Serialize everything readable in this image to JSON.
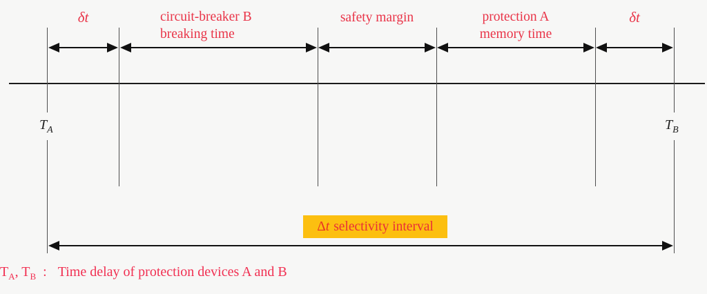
{
  "palette": {
    "background": "#f7f7f6",
    "accent_red": "#e93448",
    "highlight_yellow": "#fcbf10",
    "line_black": "#1b1b1b"
  },
  "timeline": {
    "t_a": {
      "base": "T",
      "sub": "A"
    },
    "t_b": {
      "base": "T",
      "sub": "B"
    },
    "intervals": [
      {
        "line1": "δt",
        "line2": ""
      },
      {
        "line1": "circuit-breaker B",
        "line2": "breaking time"
      },
      {
        "line1": "safety margin",
        "line2": ""
      },
      {
        "line1": "protection A",
        "line2": "memory time"
      },
      {
        "line1": "δt",
        "line2": ""
      }
    ]
  },
  "selectivity_box": {
    "delta": "Δ",
    "t_italic": "t",
    "label": "selectivity interval"
  },
  "caption": {
    "t1_base": "T",
    "t1_sub": "A",
    "separator": ", ",
    "t2_base": "T",
    "t2_sub": "B",
    "colon": ":",
    "text": "Time delay of protection devices A and B"
  }
}
